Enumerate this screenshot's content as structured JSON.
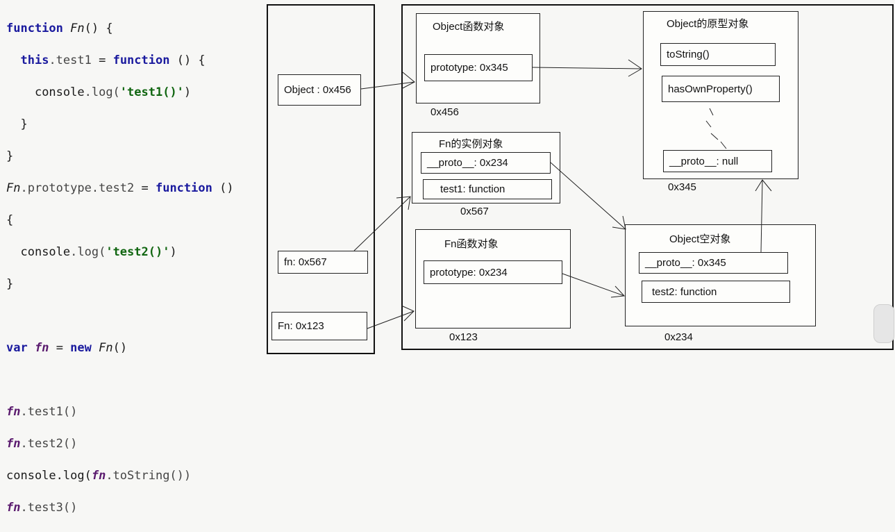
{
  "code": {
    "l1": {
      "kw": "function",
      "name": "Fn",
      "rest": "() {"
    },
    "l2": {
      "this": "this",
      "prop": ".test1",
      "eq": " = ",
      "kw": "function",
      "rest": " () {"
    },
    "l3": {
      "obj": "console",
      "call": ".log(",
      "str": "'test1()'",
      "end": ")"
    },
    "l4": "}",
    "l5": "}",
    "l6": {
      "name": "Fn",
      "prop": ".prototype.test2",
      "eq": " = ",
      "kw": "function",
      "rest": " ()"
    },
    "l7": "{",
    "l8": {
      "obj": "console",
      "call": ".log(",
      "str": "'test2()'",
      "end": ")"
    },
    "l9": "}",
    "l10": {
      "kw": "var",
      "v": "fn",
      "eq": " = ",
      "kw2": "new",
      "name": "Fn",
      "rest": "()"
    },
    "l11": {
      "v": "fn",
      "rest": ".test1()"
    },
    "l12": {
      "v": "fn",
      "rest": ".test2()"
    },
    "l13": {
      "a": "console.log(",
      "v": "fn",
      "b": ".toString())"
    },
    "l14": {
      "v": "fn",
      "rest": ".test3()"
    }
  },
  "stack": {
    "object_ref": "Object : 0x456",
    "fn_var": "fn: 0x567",
    "fn_func": "Fn: 0x123"
  },
  "heap": {
    "object_func": {
      "title": "Object函数对象",
      "prototype": "prototype: 0x345",
      "addr": "0x456"
    },
    "object_proto": {
      "title": "Object的原型对象",
      "tostring": "toString()",
      "hasown": "hasOwnProperty()",
      "proto": "__proto__: null",
      "addr": "0x345"
    },
    "fn_instance": {
      "title": "Fn的实例对象",
      "proto": "__proto__: 0x234",
      "test1": "test1: function",
      "addr": "0x567"
    },
    "fn_func": {
      "title": "Fn函数对象",
      "prototype": "prototype: 0x234",
      "addr": "0x123"
    },
    "empty_obj": {
      "title": "Object空对象",
      "proto": "__proto__: 0x345",
      "test2": "test2: function",
      "addr": "0x234"
    }
  },
  "colors": {
    "keyword": "#1a1a9e",
    "string": "#116611",
    "variable": "#5a1a6e"
  }
}
